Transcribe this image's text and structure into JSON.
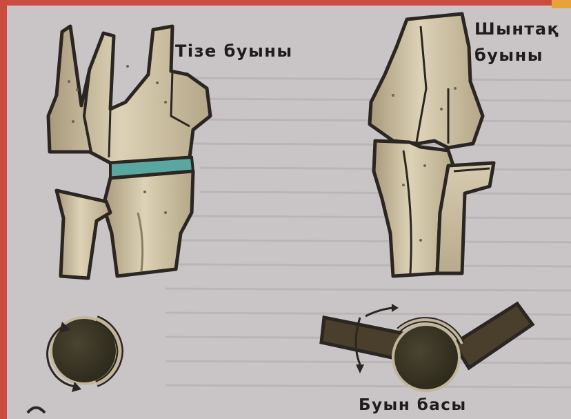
{
  "labels": {
    "knee_joint": "Тізе буыны",
    "elbow_joint_line1": "Шынтақ",
    "elbow_joint_line2": "буыны",
    "joint_head": "Буын басы"
  },
  "colors": {
    "frame": "#cc4a3e",
    "paper": "#c9c4c6",
    "bone": "#c2b69a",
    "bone_light": "#ddd2b6",
    "cartilage": "#5aa6a0",
    "ball": "#3a3522",
    "outline": "#2b2622",
    "corner_accent": "#e8a23a"
  }
}
